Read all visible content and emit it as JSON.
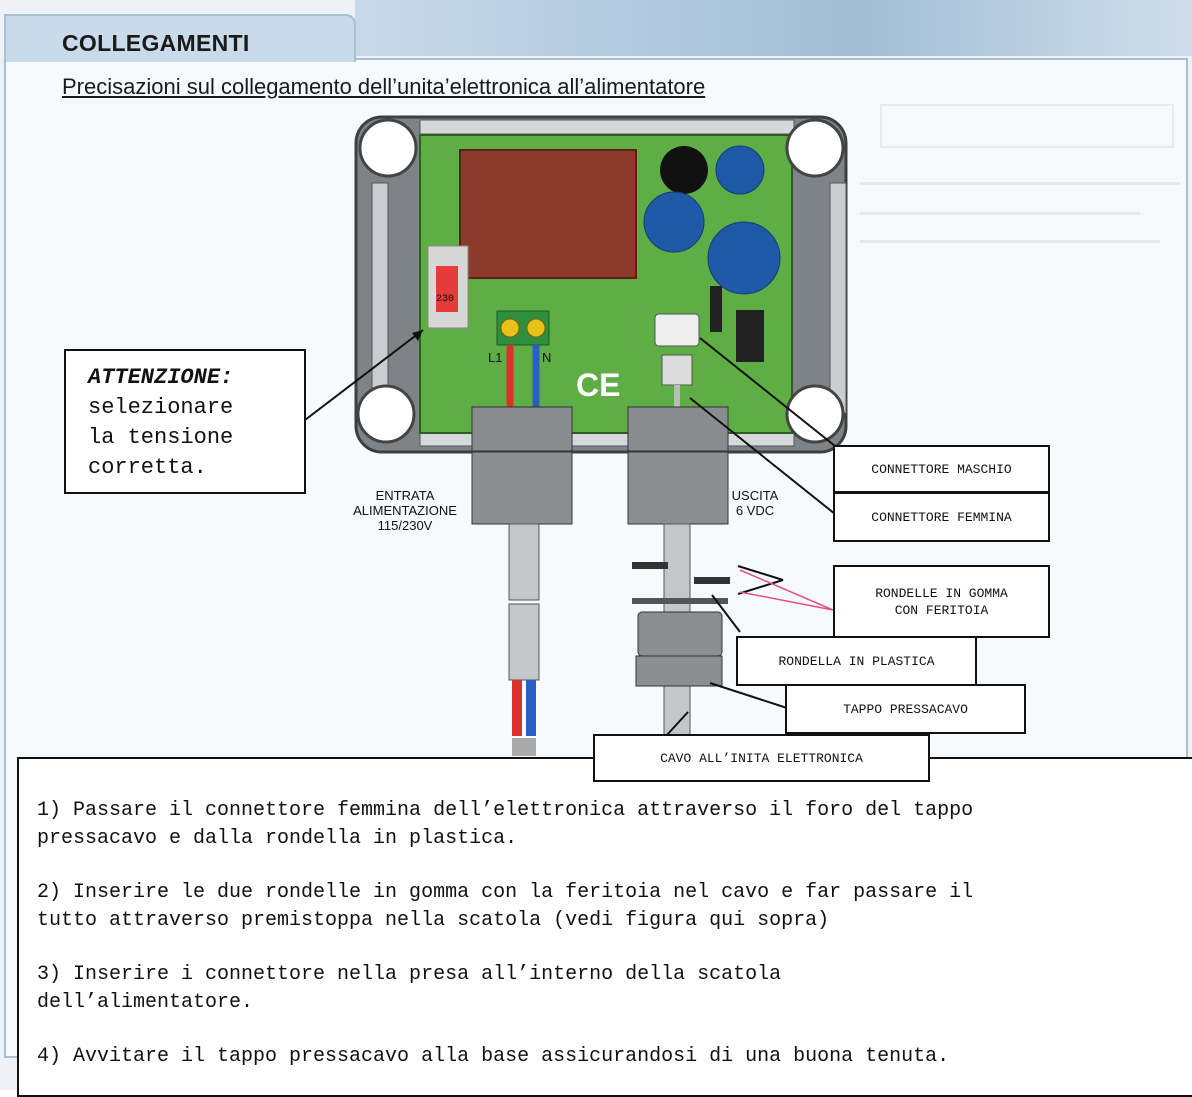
{
  "header": {
    "tab_title": "COLLEGAMENTI",
    "subtitle": "Precisazioni sul collegamento dell’unita’elettronica all’alimentatore"
  },
  "warning": {
    "heading": "ATTENZIONE:",
    "body_lines": [
      "selezionare",
      "la tensione",
      "corretta."
    ]
  },
  "board": {
    "selector_label": "230",
    "terminal_left": "L1",
    "terminal_right": "N",
    "ce_mark": "CE",
    "input_label_lines": [
      "ENTRATA",
      "ALIMENTAZIONE",
      "115/230V"
    ],
    "output_label_lines": [
      "USCITA",
      "6 VDC"
    ]
  },
  "callouts": {
    "male_connector": "CONNETTORE MASCHIO",
    "female_connector": "CONNETTORE FEMMINA",
    "rubber_washers_lines": [
      "RONDELLE IN GOMMA",
      "CON FERITOIA"
    ],
    "plastic_washer": "RONDELLA IN PLASTICA",
    "cable_gland_cap": "TAPPO PRESSACAVO",
    "cable": "CAVO ALL’INITA ELETTRONICA"
  },
  "instructions": [
    "1) Passare il connettore femmina dell’elettronica attraverso il foro del tappo\npressacavo e dalla rondella in plastica.",
    "2) Inserire le due rondelle in gomma con la feritoia nel cavo e far passare il\ntutto attraverso premistoppa nella scatola (vedi figura qui sopra)",
    "3) Inserire i connettore nella presa all’interno della scatola\ndell’alimentatore.",
    "4) Avvitare il tappo pressacavo alla base assicurandosi di una buona tenuta."
  ],
  "colors": {
    "board_green": "#5fae45",
    "transformer_red": "#8b3a2c",
    "capacitor_blue": "#1e5aa8",
    "tab_blue": "#c9daea",
    "arrow_pink": "#e0508a"
  }
}
